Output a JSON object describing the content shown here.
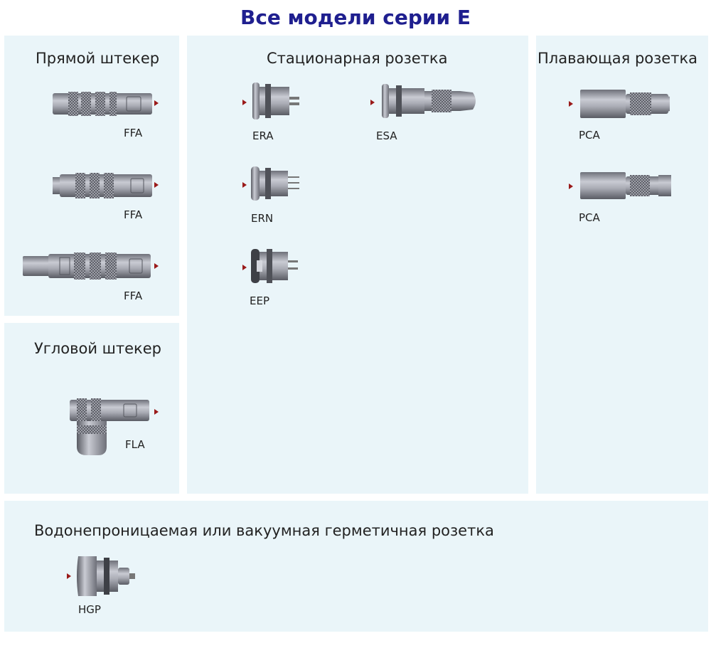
{
  "title": "Все модели серии E",
  "panels": {
    "straight_plug": {
      "title": "Прямой штекер",
      "items": [
        {
          "label": "FFA"
        },
        {
          "label": "FFA"
        },
        {
          "label": "FFA"
        }
      ]
    },
    "angled_plug": {
      "title": "Угловой штекер",
      "items": [
        {
          "label": "FLA"
        }
      ]
    },
    "fixed_socket": {
      "title": "Стационарная розетка",
      "items": [
        {
          "label": "ERA"
        },
        {
          "label": "ESA"
        },
        {
          "label": "ERN"
        },
        {
          "label": "EEP"
        }
      ]
    },
    "floating_socket": {
      "title": "Плавающая розетка",
      "items": [
        {
          "label": "PCA"
        },
        {
          "label": "PCA"
        }
      ]
    },
    "sealed_socket": {
      "title": "Водонепроницаемая или вакуумная герметичная розетка",
      "items": [
        {
          "label": "HGP"
        }
      ]
    }
  },
  "colors": {
    "panel_bg": "#eaf5f9",
    "title": "#1f1f8f",
    "arrow": "#9a1a1a",
    "metal": "#a8aab4"
  }
}
